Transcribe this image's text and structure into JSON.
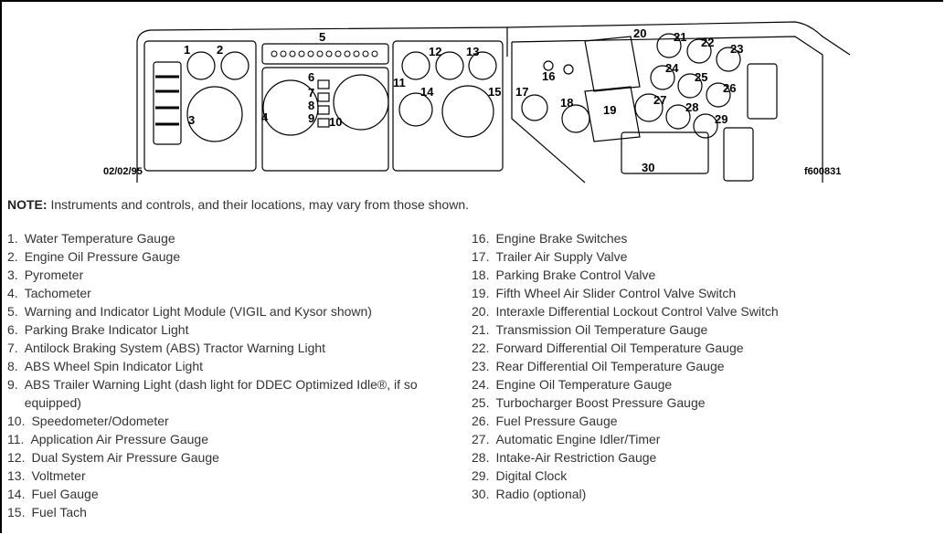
{
  "figure": {
    "date": "02/02/95",
    "figure_id": "f600831",
    "callouts": [
      "1",
      "2",
      "3",
      "4",
      "5",
      "6",
      "7",
      "8",
      "9",
      "10",
      "11",
      "12",
      "13",
      "14",
      "15",
      "16",
      "17",
      "18",
      "19",
      "20",
      "21",
      "22",
      "23",
      "24",
      "25",
      "26",
      "27",
      "28",
      "29",
      "30"
    ]
  },
  "note": {
    "label": "NOTE:",
    "text": " Instruments and controls, and their locations, may vary from those shown."
  },
  "items_left": [
    {
      "num": "1.",
      "text": "Water Temperature Gauge"
    },
    {
      "num": "2.",
      "text": "Engine Oil Pressure Gauge"
    },
    {
      "num": "3.",
      "text": "Pyrometer"
    },
    {
      "num": "4.",
      "text": "Tachometer"
    },
    {
      "num": "5.",
      "text": "Warning and Indicator Light Module (VIGIL and Kysor shown)"
    },
    {
      "num": "6.",
      "text": "Parking Brake Indicator Light"
    },
    {
      "num": "7.",
      "text": "Antilock Braking System (ABS) Tractor Warning Light"
    },
    {
      "num": "8.",
      "text": "ABS Wheel Spin Indicator Light"
    },
    {
      "num": "9.",
      "text": "ABS Trailer Warning Light (dash light for DDEC Optimized Idle®, if so equipped)"
    },
    {
      "num": "10.",
      "text": "Speedometer/Odometer"
    },
    {
      "num": "11.",
      "text": "Application Air Pressure Gauge"
    },
    {
      "num": "12.",
      "text": "Dual System Air Pressure Gauge"
    },
    {
      "num": "13.",
      "text": "Voltmeter"
    },
    {
      "num": "14.",
      "text": "Fuel Gauge"
    },
    {
      "num": "15.",
      "text": "Fuel Tach"
    }
  ],
  "items_right": [
    {
      "num": "16.",
      "text": "Engine Brake Switches"
    },
    {
      "num": "17.",
      "text": "Trailer Air Supply Valve"
    },
    {
      "num": "18.",
      "text": "Parking Brake Control Valve"
    },
    {
      "num": "19.",
      "text": "Fifth Wheel Air Slider Control Valve Switch"
    },
    {
      "num": "20.",
      "text": "Interaxle Differential Lockout Control Valve Switch"
    },
    {
      "num": "21.",
      "text": "Transmission Oil Temperature Gauge"
    },
    {
      "num": "22.",
      "text": "Forward Differential Oil Temperature Gauge"
    },
    {
      "num": "23.",
      "text": "Rear Differential Oil Temperature Gauge"
    },
    {
      "num": "24.",
      "text": "Engine Oil Temperature Gauge"
    },
    {
      "num": "25.",
      "text": "Turbocharger Boost Pressure Gauge"
    },
    {
      "num": "26.",
      "text": "Fuel Pressure Gauge"
    },
    {
      "num": "27.",
      "text": "Automatic Engine Idler/Timer"
    },
    {
      "num": "28.",
      "text": "Intake-Air Restriction Gauge"
    },
    {
      "num": "29.",
      "text": "Digital Clock"
    },
    {
      "num": "30.",
      "text": "Radio (optional)"
    }
  ]
}
